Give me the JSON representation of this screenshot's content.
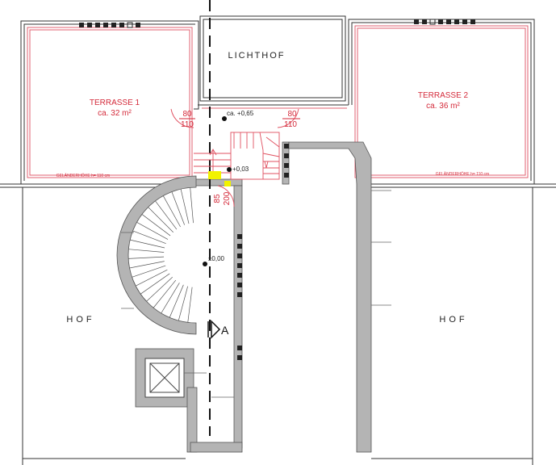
{
  "colors": {
    "annotation_red": "#d42a3a",
    "wall_gray": "#b4b4b4",
    "line_black": "#222222",
    "highlight_yellow": "#f2f200"
  },
  "rooms": {
    "lichthof": "LICHTHOF",
    "hof_left": "HOF",
    "hof_right": "HOF",
    "terrasse1": {
      "name": "TERRASSE 1",
      "area": "ca. 32 m²",
      "railing": "GELÄNDERHÖHE h= 110 cm"
    },
    "terrasse2": {
      "name": "TERRASSE 2",
      "area": "ca. 36 m²",
      "railing": "GELÄNDERHÖHE h= 110 cm"
    }
  },
  "doors": {
    "left": {
      "width": "80",
      "height": "110"
    },
    "right": {
      "width": "80",
      "height": "110"
    },
    "entry": {
      "width": "85",
      "height": "200"
    }
  },
  "levels": {
    "upper": "ca. +0,65",
    "landing": "+0,03",
    "ground": "±0,00"
  },
  "section_marker": "A"
}
